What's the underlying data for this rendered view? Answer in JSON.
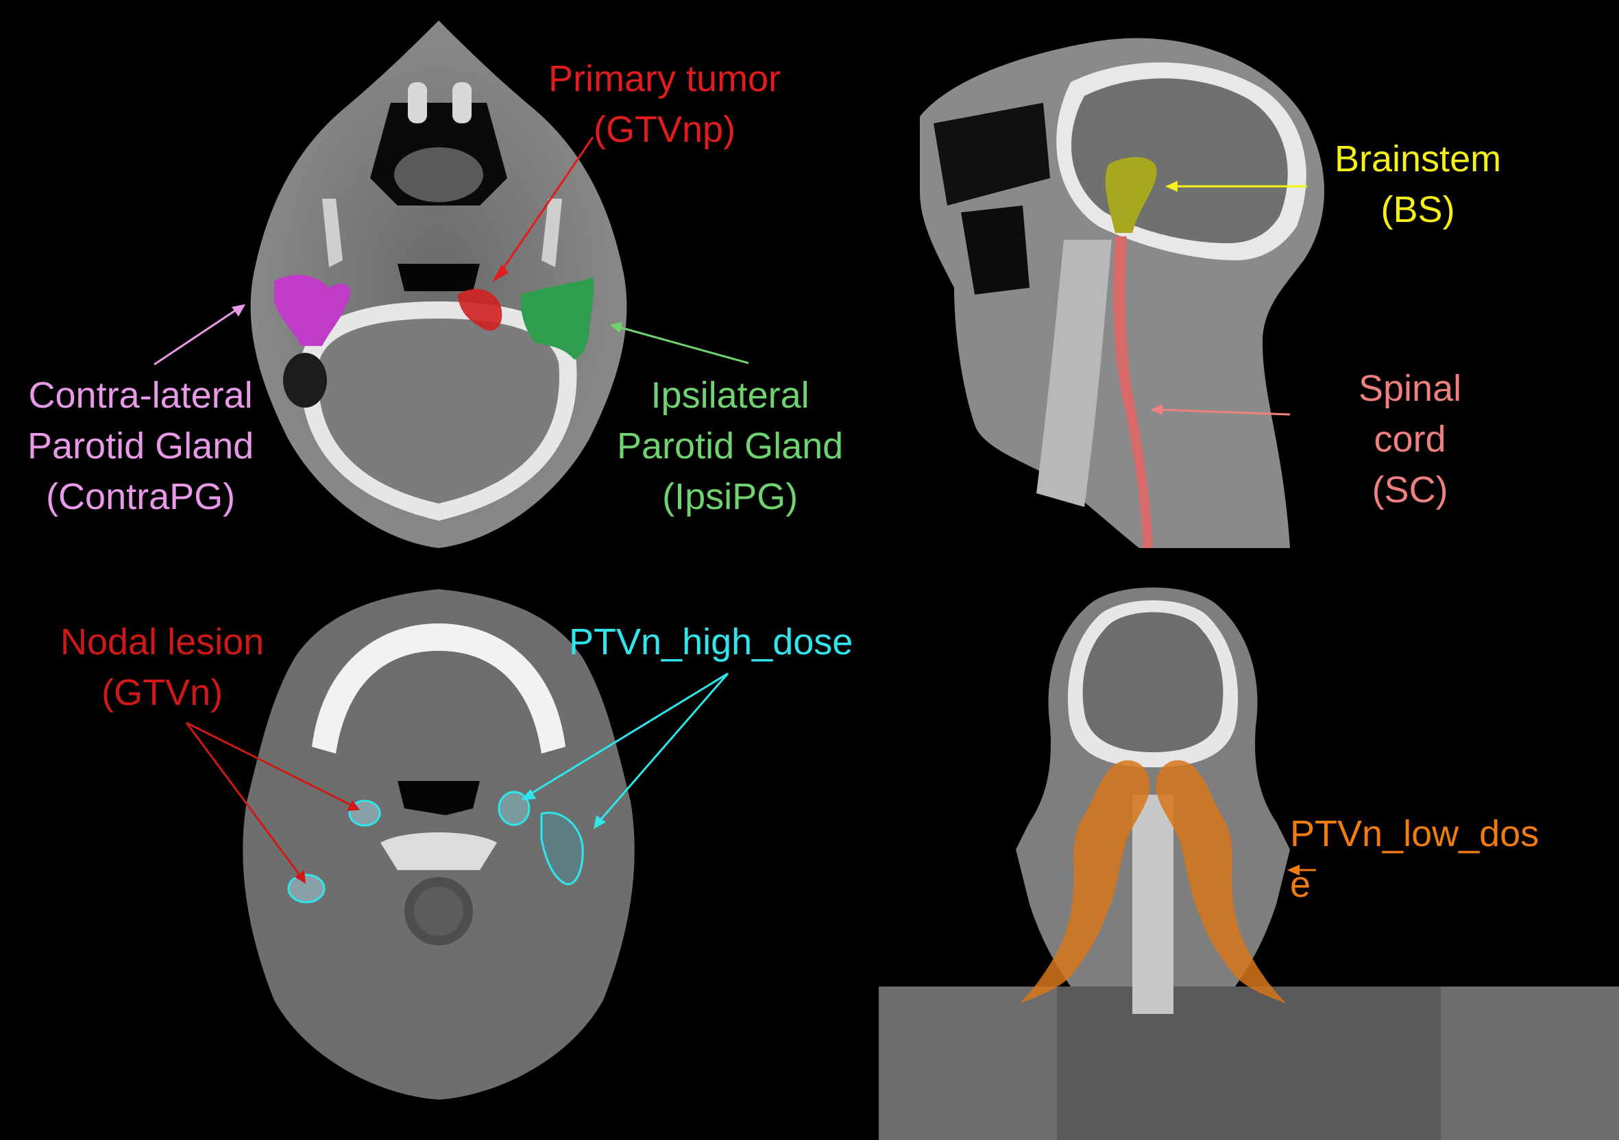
{
  "colors": {
    "tumor": "#e01c1c",
    "contra_pg": "#e89ae8",
    "contra_pg_fill": "#c03cc8",
    "ipsi_pg": "#6fd46f",
    "ipsi_pg_fill": "#2e9e4e",
    "brainstem": "#f5f016",
    "brainstem_fill": "#a7a81e",
    "spinal_cord": "#f08080",
    "spinal_cord_fill": "#d86a6a",
    "nodal": "#d01818",
    "ptv_high": "#2ee6ec",
    "ptv_low": "#f07c10"
  },
  "panels": {
    "axial_top": {
      "primary_tumor": {
        "line1": "Primary tumor",
        "line2": "(GTVnp)"
      },
      "contra_pg": {
        "line1": "Contra-lateral",
        "line2": "Parotid Gland",
        "line3": "(ContraPG)"
      },
      "ipsi_pg": {
        "line1": "Ipsilateral",
        "line2": "Parotid Gland",
        "line3": "(IpsiPG)"
      }
    },
    "sagittal": {
      "brainstem": {
        "line1": "Brainstem",
        "line2": "(BS)"
      },
      "spinal_cord": {
        "line1": "Spinal",
        "line2": "cord",
        "line3": "(SC)"
      }
    },
    "axial_bottom": {
      "nodal": {
        "line1": "Nodal lesion",
        "line2": "(GTVn)"
      },
      "ptv_high": {
        "line1": "PTVn_high_dose"
      }
    },
    "coronal": {
      "ptv_low": {
        "line1": "PTVn_low_dos",
        "line2": "e"
      }
    }
  }
}
